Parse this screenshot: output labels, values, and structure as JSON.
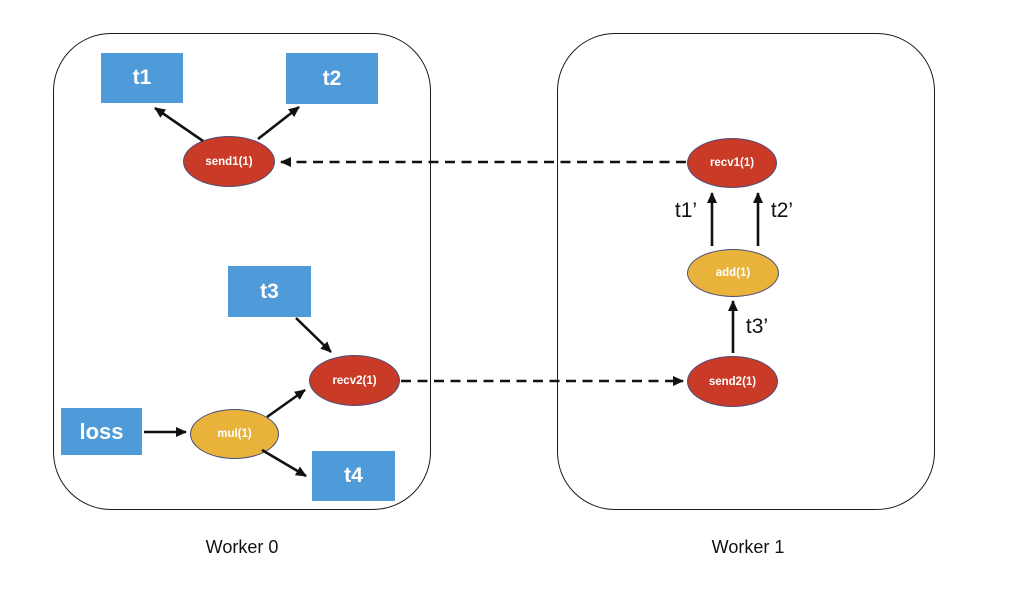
{
  "diagram": {
    "description": "Distributed autograd send/recv graph across two workers",
    "colors": {
      "tensor_blue": "#4F9BD9",
      "comm_op_red": "#C93A27",
      "compute_op_gold": "#E8B23B",
      "op_outline": "#4A4E7C",
      "edge_black": "#111111"
    },
    "worker0": {
      "label": "Worker 0",
      "nodes": {
        "t1": "t1",
        "t2": "t2",
        "t3": "t3",
        "t4": "t4",
        "loss": "loss",
        "send1": "send1(1)",
        "recv2": "recv2(1)",
        "mul": "mul(1)"
      }
    },
    "worker1": {
      "label": "Worker 1",
      "nodes": {
        "recv1": "recv1(1)",
        "add": "add(1)",
        "send2": "send2(1)"
      },
      "edge_labels": {
        "t1_prime": "t1’",
        "t2_prime": "t2’",
        "t3_prime": "t3’"
      }
    }
  }
}
